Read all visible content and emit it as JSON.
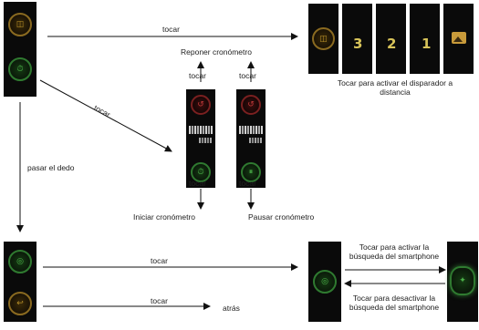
{
  "labels": {
    "tocar_top": "tocar",
    "reponer": "Reponer cronómetro",
    "tocar_reponer_left": "tocar",
    "tocar_reponer_right": "tocar",
    "tocar_diag": "tocar",
    "tocar_below_left": "tocar",
    "tocar_below_right": "tocar",
    "iniciar": "Iniciar cronómetro",
    "pausar": "Pausar cronómetro",
    "activar_disparador": "Tocar para activar el disparador a distancia",
    "pasar_dedo": "pasar el dedo",
    "tocar_bottom1": "tocar",
    "tocar_bottom2": "tocar",
    "atras": "atrás",
    "activar_busqueda": "Tocar para activar la búsqueda del smartphone",
    "desactivar_busqueda": "Tocar para desactivar la búsqueda del smartphone"
  },
  "countdown": [
    "3",
    "2",
    "1"
  ],
  "icons": {
    "left_top_1": "camera-icon",
    "left_top_2": "stopwatch-icon",
    "left_bottom_1": "phone-search-icon",
    "left_bottom_2": "back-icon",
    "middle_top": "reset-icon",
    "middle_bottom": "stopwatch-icon",
    "shutter_first": "camera-icon",
    "shutter_last": "image-icon",
    "search_left": "phone-search-icon",
    "search_right": "phone-search-active-icon"
  },
  "colors": {
    "panel": "#0a0a0a",
    "orange_icon": "#b8902a",
    "green_icon": "#4cb04a",
    "red_icon": "#c03a3a",
    "digit": "#d8c45a"
  }
}
